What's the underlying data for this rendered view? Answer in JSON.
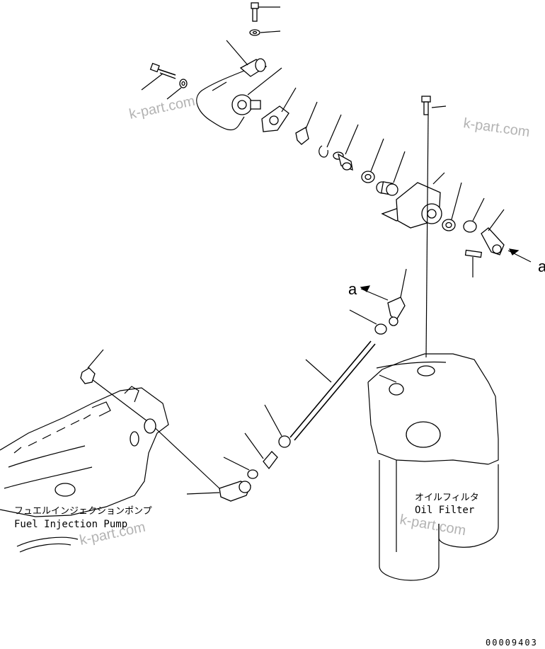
{
  "labels": {
    "fuel_pump_jp": "フュエルインジェクションポンプ",
    "fuel_pump_en": "Fuel Injection Pump",
    "oil_filter_jp": "オイルフィルタ",
    "oil_filter_en": "Oil Filter",
    "ref_a": "a",
    "drawing_number": "00009403"
  },
  "watermarks": [
    "k-part.com",
    "k-part.com",
    "k-part.com",
    "k-part.com"
  ],
  "colors": {
    "line": "#000000",
    "background": "#ffffff",
    "watermark": "#9a9a9a"
  }
}
